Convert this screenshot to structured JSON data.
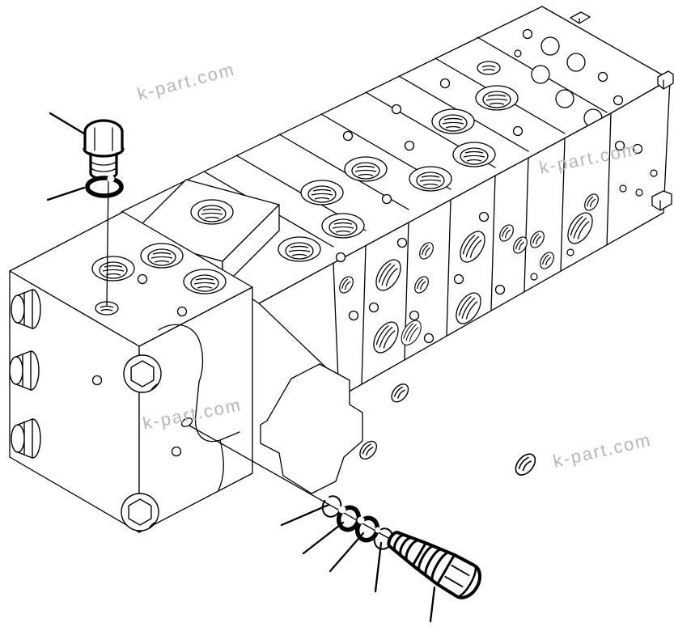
{
  "figure": {
    "kind": "exploded-parts-line-drawing",
    "background": "#ffffff",
    "line_color": "#000000"
  },
  "watermark": {
    "color": "#b6b6b6",
    "instances": [
      {
        "id": "top-left",
        "text": "k-part.com"
      },
      {
        "id": "upper-right",
        "text": "k-part.com"
      },
      {
        "id": "center-left",
        "text": "k-part.com"
      },
      {
        "id": "bottom-right",
        "text": "k-part.com"
      }
    ]
  }
}
